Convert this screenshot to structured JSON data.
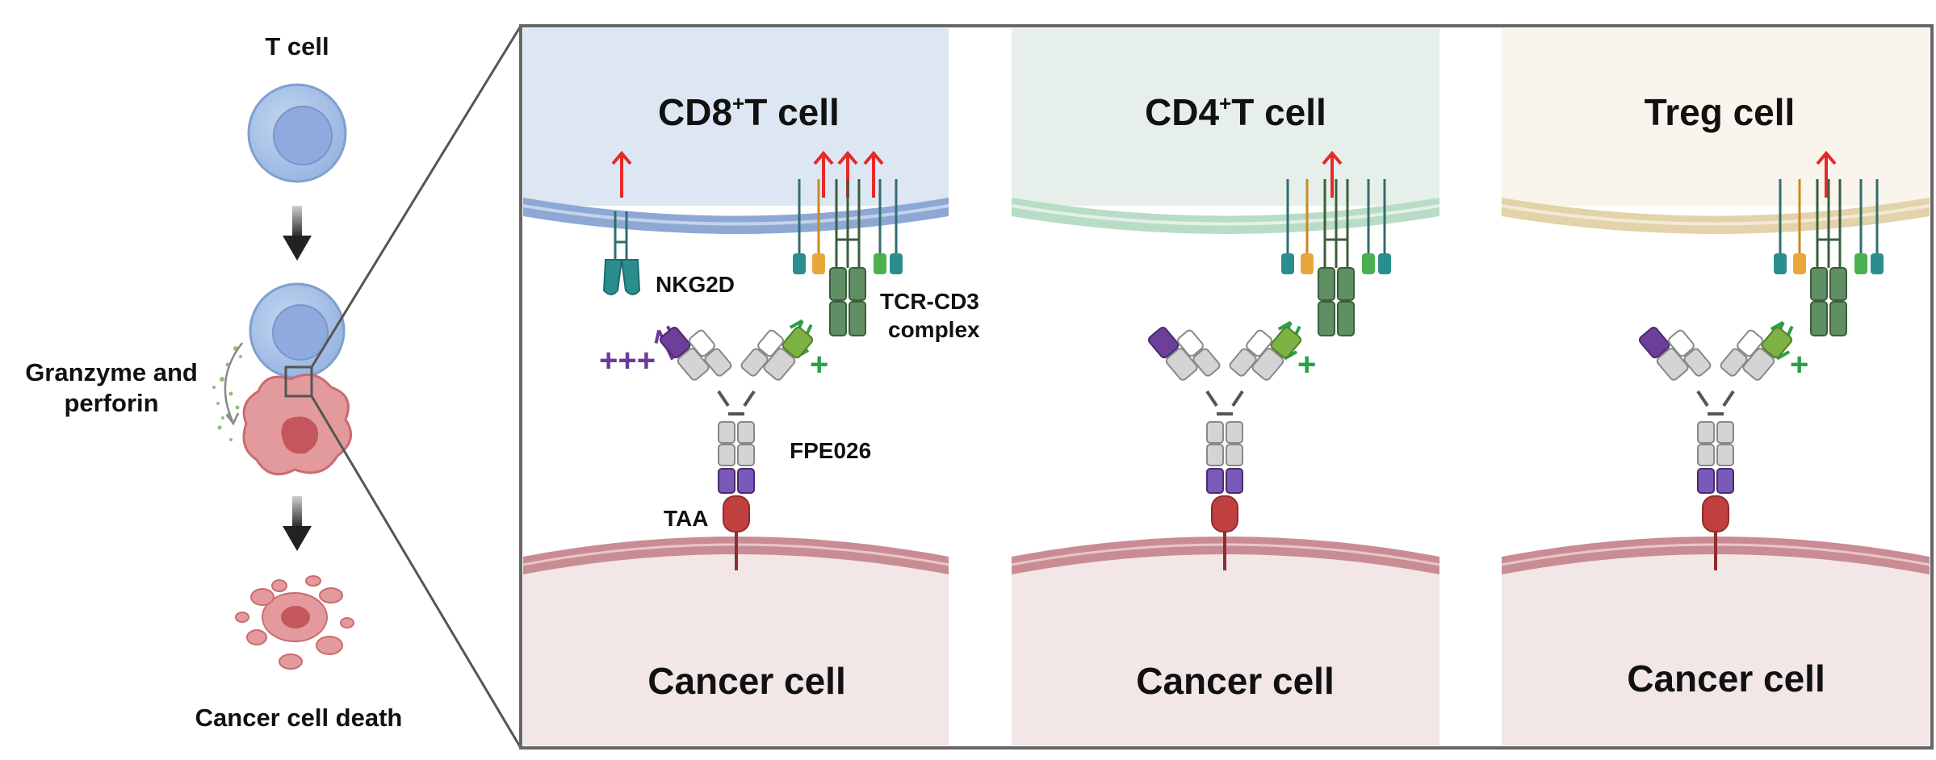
{
  "left": {
    "t_cell_label": "T cell",
    "granzyme_label_line1": "Granzyme and",
    "granzyme_label_line2": "perforin",
    "death_label": "Cancer cell death"
  },
  "panels": [
    {
      "title_main": "CD8",
      "title_sup": "+",
      "title_rest": "T cell",
      "bottom_label": "Cancer cell",
      "nkg2d_label": "NKG2D",
      "tcr_label_line1": "TCR-CD3",
      "tcr_label_line2": "complex",
      "fpe_label": "FPE026",
      "taa_label": "TAA",
      "left_symbol": "+++",
      "right_symbol": "+",
      "bg": "#dde7f3",
      "membrane": "#8ea8d4"
    },
    {
      "title_main": "CD4",
      "title_sup": "+",
      "title_rest": "T cell",
      "bottom_label": "Cancer cell",
      "right_symbol": "+",
      "bg": "#e6efea",
      "membrane": "#b9dcc6"
    },
    {
      "title_main": "Treg cell",
      "bottom_label": "Cancer cell",
      "right_symbol": "+",
      "bg": "#f9f4ec",
      "membrane": "#e2d3aa"
    }
  ],
  "colors": {
    "arrow_red": "#e52a2a",
    "cancer_bg": "#f3e6e6",
    "cancer_membrane": "#c98c95",
    "antibody_grey": "#d4d4d4",
    "antibody_purple": "#6d3f9b",
    "antibody_green": "#7cb342",
    "tcr_green": "#5f8f62",
    "teal": "#2a8e8e",
    "orange": "#e9a63a",
    "taa_red": "#c0403f",
    "plus_purple": "#6b3a9a",
    "plus_green": "#2aa04a",
    "t_cell_blue": "#a9c3e8"
  }
}
